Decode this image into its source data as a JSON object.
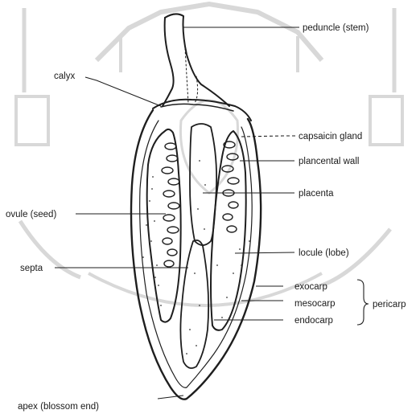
{
  "labels": {
    "peduncle": "peduncle (stem)",
    "calyx": "calyx",
    "capsaicin_gland": "capsaicin gland",
    "placental_wall": "plancental wall",
    "placenta": "placenta",
    "ovule": "ovule (seed)",
    "locule": "locule (lobe)",
    "septa": "septa",
    "exocarp": "exocarp",
    "mesocarp": "mesocarp",
    "endocarp": "endocarp",
    "pericarp": "pericarp",
    "apex": "apex (blossom end)"
  }
}
